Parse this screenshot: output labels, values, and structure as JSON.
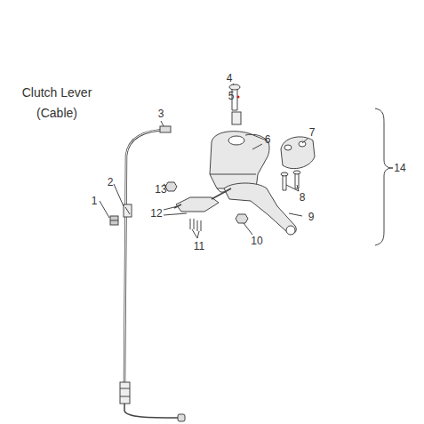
{
  "diagram": {
    "title": "Clutch Lever (Cable)",
    "labels": [
      "1",
      "2",
      "3",
      "4",
      "5",
      "6",
      "7",
      "8",
      "9",
      "10",
      "11",
      "12",
      "13",
      "14"
    ]
  }
}
